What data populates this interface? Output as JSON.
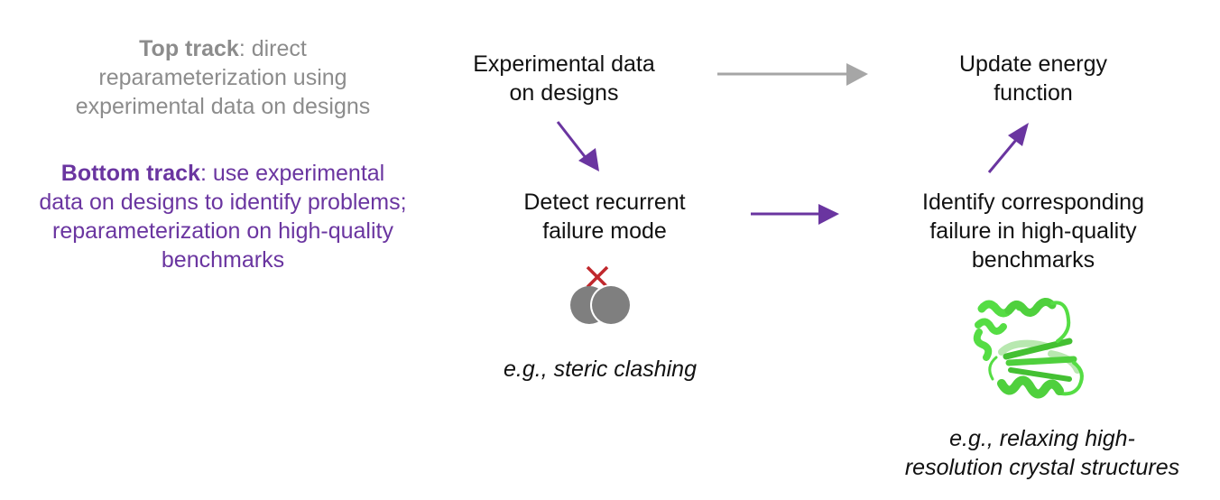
{
  "legend": {
    "top": {
      "bold": "Top track",
      "rest": ": direct reparameterization using experimental data on designs",
      "color": "#8c8c8c"
    },
    "bottom": {
      "bold": "Bottom track",
      "rest": ": use experimental data on designs to identify problems; reparameterization on high-quality benchmarks",
      "color": "#6a35a0"
    }
  },
  "nodes": {
    "experimental": {
      "line1": "Experimental data",
      "line2": "on designs"
    },
    "detect": {
      "line1": "Detect recurrent",
      "line2": "failure mode"
    },
    "update": {
      "line1": "Update energy",
      "line2": "function"
    },
    "identify": {
      "line1": "Identify corresponding",
      "line2": "failure in high-quality",
      "line3": "benchmarks"
    }
  },
  "captions": {
    "steric": "e.g., steric clashing",
    "relax_line1": "e.g., relaxing high-",
    "relax_line2": "resolution crystal structures"
  },
  "icons": {
    "steric_clash": "two-overlapping-atoms-with-red-x-icon",
    "protein": "green-protein-ribbon-structure-icon"
  },
  "colors": {
    "top_track_arrow": "#a6a6a6",
    "bottom_track_arrow": "#6a35a0",
    "clash_x": "#c0282d",
    "atom": "#7f7f7f",
    "protein": "#55dd44"
  }
}
